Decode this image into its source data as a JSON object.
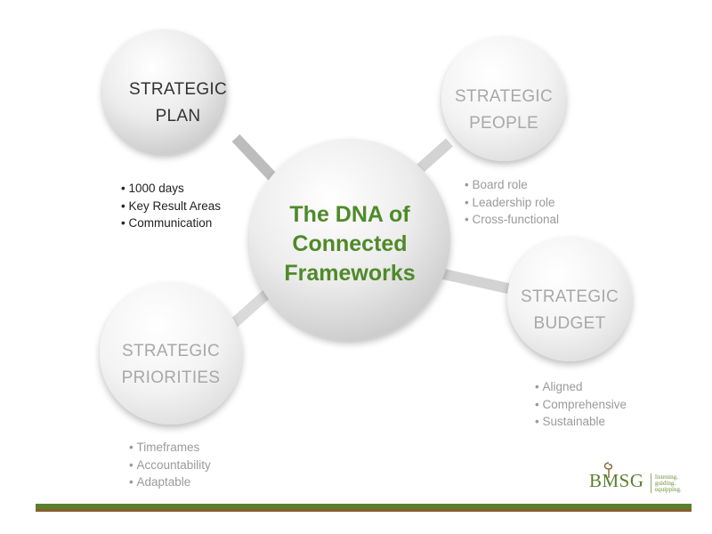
{
  "center": {
    "lines": [
      "The DNA of",
      "Connected",
      "Frameworks"
    ]
  },
  "nodes": {
    "plan": {
      "lines": [
        "STRATEGIC",
        "PLAN"
      ],
      "bullets": [
        "1000 days",
        "Key Result Areas",
        "Communication"
      ]
    },
    "people": {
      "lines": [
        "STRATEGIC",
        "PEOPLE"
      ],
      "bullets": [
        "Board role",
        "Leadership role",
        "Cross-functional"
      ]
    },
    "budget": {
      "lines": [
        "STRATEGIC",
        "BUDGET"
      ],
      "bullets": [
        "Aligned",
        "Comprehensive",
        "Sustainable"
      ]
    },
    "priorities": {
      "lines": [
        "STRATEGIC",
        "PRIORITIES"
      ],
      "bullets": [
        "Timeframes",
        "Accountability",
        "Adaptable"
      ]
    }
  },
  "logo": {
    "mark": "BMSG",
    "tagline": [
      "listening.",
      "guiding.",
      "equipping."
    ]
  },
  "colors": {
    "center_text": "#4f8a28",
    "node_text_active": "#333333",
    "node_text_faded": "#a8a8a8",
    "connector": "#c8c8c8",
    "footer_green": "#5a7f2e",
    "footer_brown": "#8b5e2e",
    "logo_green": "#5a7f2e"
  }
}
